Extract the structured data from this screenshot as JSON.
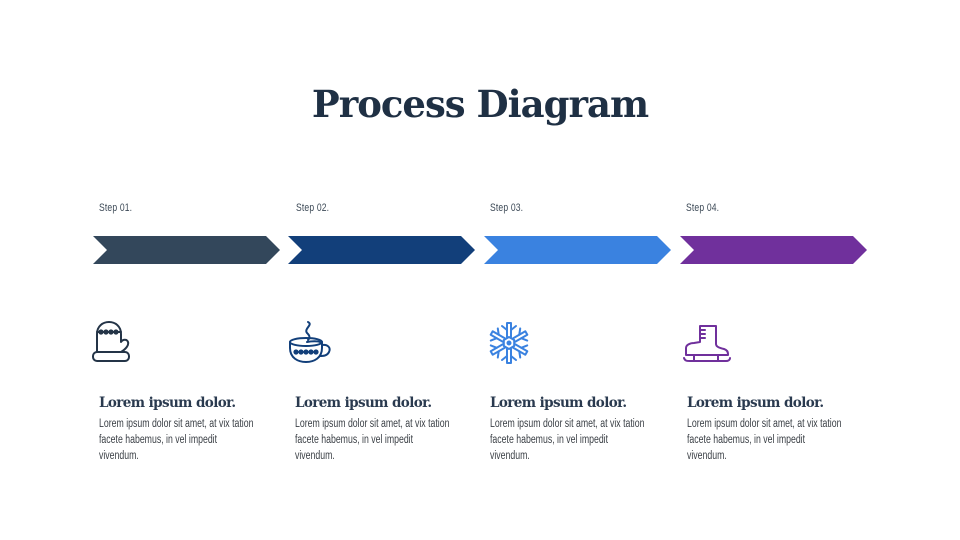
{
  "title": "Process Diagram",
  "steps": [
    {
      "label": "Step 01.",
      "color": "#33475b",
      "icon": "mitten-icon",
      "icon_color": "#243447",
      "heading": "Lorem ipsum dolor.",
      "body": "Lorem ipsum dolor sit amet, at vix tation facete habemus, in vel impedit vivendum."
    },
    {
      "label": "Step 02.",
      "color": "#123f7a",
      "icon": "hot-cup-icon",
      "icon_color": "#123f7a",
      "heading": "Lorem ipsum dolor.",
      "body": "Lorem ipsum dolor sit amet, at vix tation facete habemus, in vel impedit vivendum."
    },
    {
      "label": "Step 03.",
      "color": "#3a82e0",
      "icon": "snowflake-icon",
      "icon_color": "#3a82e0",
      "heading": "Lorem ipsum dolor.",
      "body": "Lorem ipsum dolor sit amet, at vix tation facete habemus, in vel impedit vivendum."
    },
    {
      "label": "Step 04.",
      "color": "#70309c",
      "icon": "ice-skate-icon",
      "icon_color": "#70309c",
      "heading": "Lorem ipsum dolor.",
      "body": "Lorem ipsum dolor sit amet, at vix tation facete habemus, in vel impedit vivendum."
    }
  ]
}
